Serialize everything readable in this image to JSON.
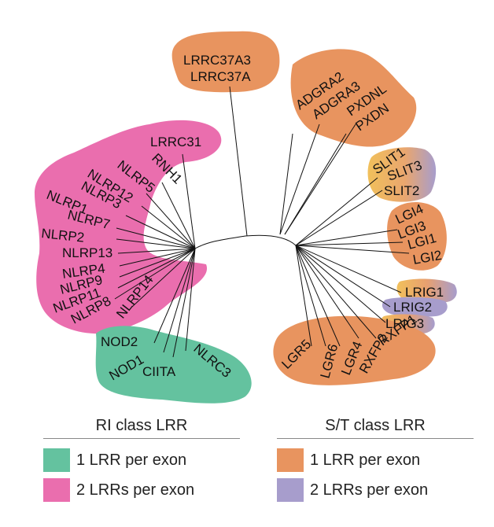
{
  "colors": {
    "ri_1lrr": "#64c29f",
    "ri_2lrr": "#ea6eae",
    "st_1lrr": "#e8945f",
    "st_2lrr": "#a79dcc",
    "mixed_gold": "#f1c05b"
  },
  "leaves": {
    "LRRC37A3": "LRRC37A3",
    "LRRC37A": "LRRC37A",
    "ADGRA2": "ADGRA2",
    "ADGRA3": "ADGRA3",
    "PXDNL": "PXDNL",
    "PXDN": "PXDN",
    "SLIT1": "SLIT1",
    "SLIT3": "SLIT3",
    "SLIT2": "SLIT2",
    "LGI4": "LGI4",
    "LGI3": "LGI3",
    "LGI1": "LGI1",
    "LGI2": "LGI2",
    "LRIG1": "LRIG1",
    "LRIG2": "LRIG2",
    "LRIG3": "LRIG3",
    "RXFP1": "RXFP1",
    "RXFP2": "RXFP2",
    "LGR4": "LGR4",
    "LGR6": "LGR6",
    "LGR5": "LGR5",
    "LRRC31": "LRRC31",
    "RNH1": "RNH1",
    "NLRP5": "NLRP5",
    "NLRP12": "NLRP12",
    "NLRP3": "NLRP3",
    "NLRP1": "NLRP1",
    "NLRP7": "NLRP7",
    "NLRP2": "NLRP2",
    "NLRP13": "NLRP13",
    "NLRP4": "NLRP4",
    "NLRP9": "NLRP9",
    "NLRP11": "NLRP11",
    "NLRP8": "NLRP8",
    "NLRP14": "NLRP14",
    "NOD2": "NOD2",
    "NOD1": "NOD1",
    "CIITA": "CIITA",
    "NLRC3": "NLRC3"
  },
  "legend": {
    "ri": {
      "title": "RI class LRR",
      "item1": "1 LRR per exon",
      "item2": "2 LRRs per exon"
    },
    "st": {
      "title": "S/T class LRR",
      "item1": "1 LRR per exon",
      "item2": "2 LRRs per exon"
    }
  }
}
